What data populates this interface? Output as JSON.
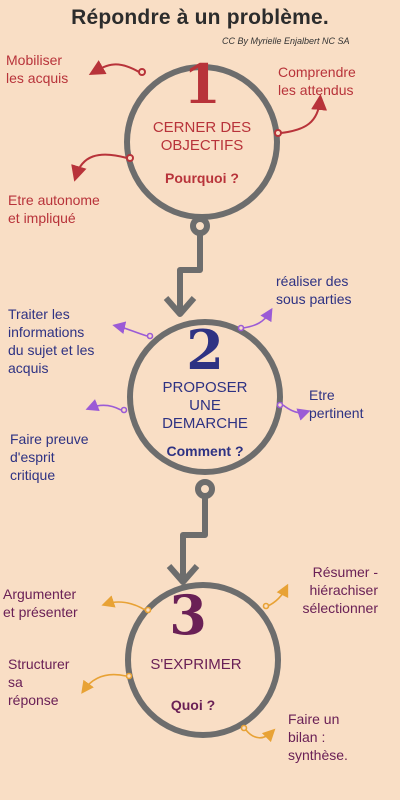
{
  "title": "Répondre à un problème.",
  "credit": "CC By Myrielle Enjalbert NC SA",
  "colors": {
    "background": "#f9dec5",
    "circle": "#6d6d6d",
    "red": "#b8333a",
    "blue": "#2e3283",
    "purple": "#6a2056",
    "arrow_red": "#b8333a",
    "arrow_purple": "#9b5bd6",
    "arrow_orange": "#e8a235"
  },
  "steps": [
    {
      "number": "1",
      "title_lines": [
        "CERNER DES",
        "OBJECTIFS"
      ],
      "question": "Pourquoi ?",
      "notes": [
        [
          "Mobiliser",
          "les acquis"
        ],
        [
          "Comprendre",
          "les attendus"
        ],
        [
          "Etre autonome",
          "et impliqué"
        ]
      ]
    },
    {
      "number": "2",
      "title_lines": [
        "PROPOSER",
        "UNE",
        "DEMARCHE"
      ],
      "question": "Comment ?",
      "notes": [
        [
          "réaliser des",
          "sous parties"
        ],
        [
          "Traiter les",
          "informations",
          "du sujet et les",
          "acquis"
        ],
        [
          "Etre",
          "pertinent"
        ],
        [
          "Faire preuve",
          "d'esprit",
          "critique"
        ]
      ]
    },
    {
      "number": "3",
      "title_lines": [
        "S'EXPRIMER"
      ],
      "question": "Quoi ?",
      "notes": [
        [
          "Argumenter",
          "et présenter"
        ],
        [
          "Résumer -",
          "hiérachiser",
          "sélectionner"
        ],
        [
          "Structurer",
          "sa",
          "réponse"
        ],
        [
          "Faire un",
          "bilan :",
          "synthèse."
        ]
      ]
    }
  ]
}
